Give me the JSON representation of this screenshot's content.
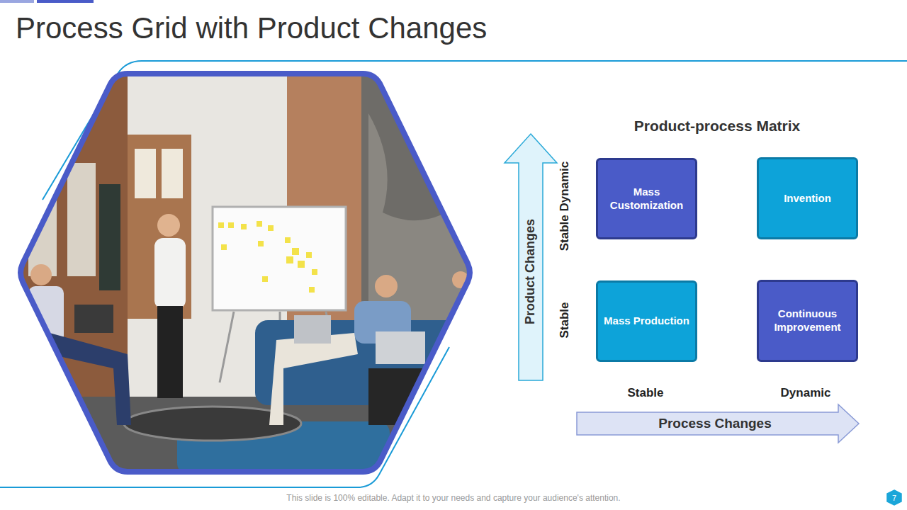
{
  "diagram": {
    "title": "Process Grid with Product Changes",
    "nodes": [
      {
        "text": [
          "Product Changes"
        ]
      },
      {
        "text": [
          "Mass Customization"
        ]
      },
      {
        "text": [
          "Invention"
        ]
      },
      {
        "text": [
          "Mass Production"
        ]
      },
      {
        "text": [
          "Continuous Improvement"
        ]
      },
      {
        "text": [
          "Process Changes"
        ]
      },
      {
        "text": [
          "7"
        ]
      }
    ],
    "labels": [
      "Product-process Matrix",
      "Stable Dynamic",
      "Stable",
      "Stable",
      "Dynamic",
      "This slide is 100% editable. Adapt it to your needs and capture your audience's attention."
    ]
  }
}
